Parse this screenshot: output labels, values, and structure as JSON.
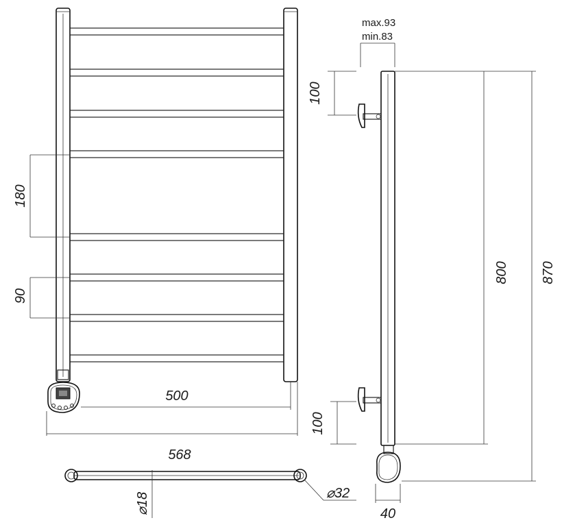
{
  "labels": {
    "bar_spacing_large": "180",
    "bar_spacing_small": "90",
    "inner_width": "500",
    "total_width": "568",
    "tube_diameter": "18",
    "upright_diameter": "32",
    "wall_distance_max": "max.93",
    "wall_distance_min": "min.83",
    "bracket_offset_top": "100",
    "bracket_offset_bottom": "100",
    "body_height": "800",
    "total_height": "870",
    "depth": "40"
  },
  "colors": {
    "line": "#222222",
    "text": "#1a1a1a",
    "background": "#ffffff"
  }
}
